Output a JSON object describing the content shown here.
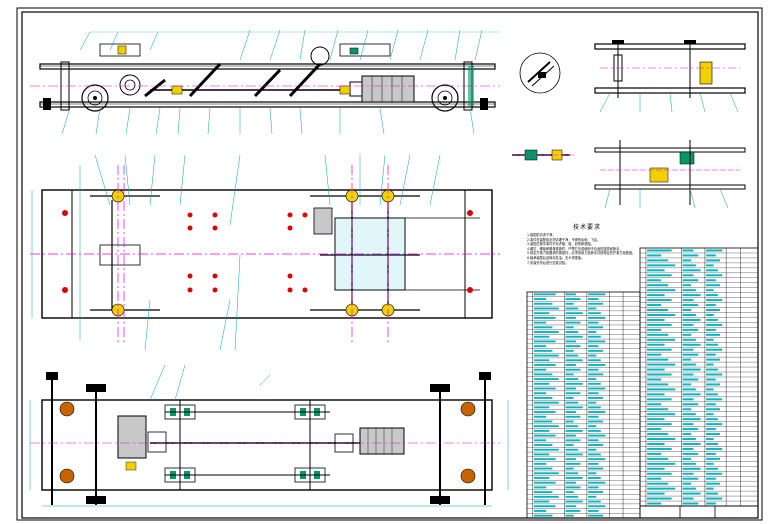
{
  "drawing": {
    "colors": {
      "paper": "#ffffff",
      "frame": "#000000",
      "outline": "#1a1a1a",
      "center_line": "#e600e6",
      "leader_line": "#00a0c0",
      "dimension": "#00a0c0",
      "red_mark": "#dd0000",
      "motor_body": "#c8c8c8",
      "gear_green": "#009966",
      "yellow_part": "#f2d000",
      "table_cyan": "#00b7c3"
    },
    "views": [
      {
        "id": "front-view",
        "label": ""
      },
      {
        "id": "top-view",
        "label": ""
      },
      {
        "id": "bottom-view",
        "label": ""
      },
      {
        "id": "detail-a",
        "label": ""
      },
      {
        "id": "side-view-right",
        "label": ""
      },
      {
        "id": "detail-b",
        "label": ""
      },
      {
        "id": "section-view-right",
        "label": ""
      }
    ],
    "technical_notes": {
      "title": "技术要求",
      "lines": [
        "1.装配前清洗干净。",
        "2.零件在装配前必须清理干净，不得有毛刺、飞边。",
        "3.装配过程中零件不允许磕、碰、划伤和锈蚀。",
        "4.螺钉、螺栓和螺母紧固时，严禁打击或使用不合适的旋具和扳手。",
        "5.规定拧紧力矩要求的紧固件，必须采用力矩扳手并按规定的拧紧力矩紧固。",
        "6.轴承装配后应转动灵活，无卡滞现象。",
        "7.安装完毕后进行空载试验。"
      ]
    },
    "parts_list_left": {
      "row_count": 48,
      "column_count": 6
    },
    "parts_list_right": {
      "row_count": 52,
      "column_count": 6
    },
    "title_block": {
      "columns": 3
    }
  }
}
